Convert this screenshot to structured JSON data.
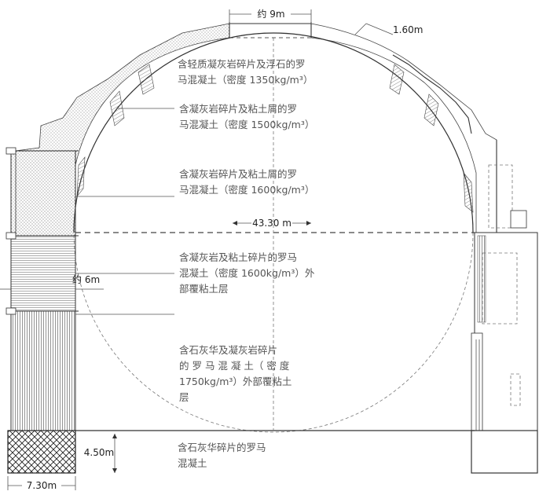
{
  "dimensions": {
    "top_opening": "约 9m",
    "dome_thickness": "1.60m",
    "interior_diameter": "43.30 m",
    "wall_thickness": "约 6m",
    "foundation_depth": "4.50m",
    "foundation_width": "7.30m"
  },
  "material_labels": [
    {
      "lines": [
        "含轻质凝灰岩碎片及浮石的罗",
        "马混凝土（密度 1350kg/m³）"
      ]
    },
    {
      "lines": [
        "含凝灰岩碎片及粘土屑的罗",
        "马混凝土（密度 1500kg/m³）"
      ]
    },
    {
      "lines": [
        "含凝灰岩碎片及粘土屑的罗",
        "马混凝土（密度 1600kg/m³）"
      ]
    },
    {
      "lines": [
        "含凝灰岩及粘土碎片的罗马",
        "混凝土（密度 1600kg/m³）外",
        "部覆粘土层"
      ]
    },
    {
      "lines": [
        "含石灰华及凝灰岩碎片",
        "的 罗 马 混 凝 土（ 密 度",
        "1750kg/m³）外部覆粘土",
        "层"
      ]
    },
    {
      "lines": [
        "含石灰华碎片的罗马",
        "混凝土"
      ]
    }
  ]
}
